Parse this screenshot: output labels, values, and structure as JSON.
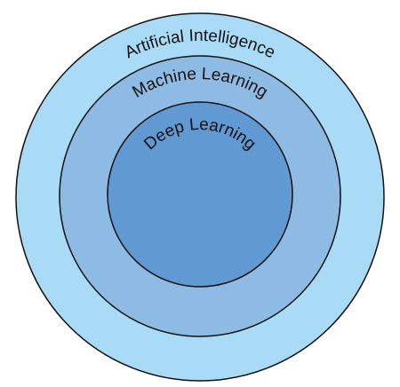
{
  "diagram": {
    "rings": [
      {
        "label": "Artificial Intelligence",
        "fill": "#a9daf6",
        "stroke": "#111111"
      },
      {
        "label": "Machine Learning",
        "fill": "#8ebbe4",
        "stroke": "#111111"
      },
      {
        "label": "Deep Learning",
        "fill": "#6199d2",
        "stroke": "#111111"
      }
    ]
  }
}
